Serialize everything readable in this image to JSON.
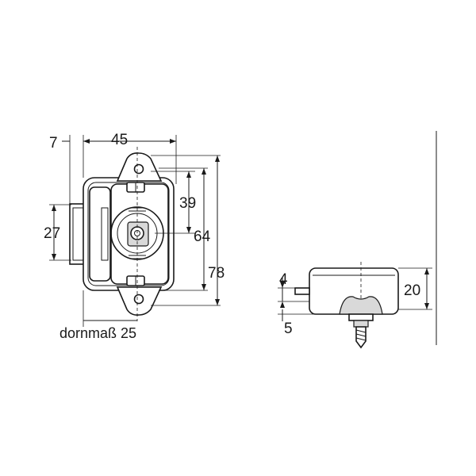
{
  "front_view": {
    "dim_width_label": "45",
    "dim_offset_label": "7",
    "dim_cylinder_label": "27",
    "dim_inner_label": "39",
    "dim_mid_label": "64",
    "dim_height_label": "78"
  },
  "side_view": {
    "dim_bolt_label": "4",
    "dim_depth_label": "20",
    "dim_screw_label": "5"
  },
  "caption": "dornmaß 25"
}
